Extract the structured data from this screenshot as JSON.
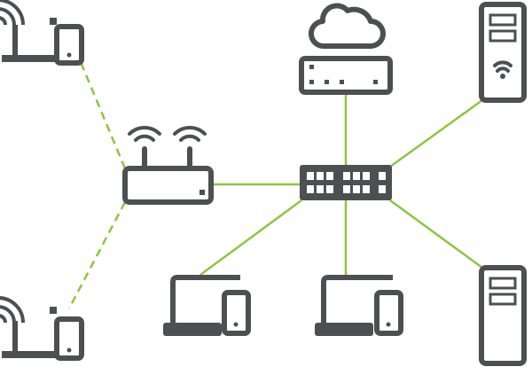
{
  "colors": {
    "device": "#4d4f51",
    "link_wired": "#8cc63e",
    "link_wireless": "#8cc63e",
    "background": "#ffffff",
    "screen_fill": "#ffffff"
  },
  "icons": {
    "cloud": "cloud-icon",
    "modem": "modem-icon",
    "switch": "switch-icon",
    "router": "wireless-router-icon",
    "tower": "tower-pc-icon",
    "laptop": "laptop-icon",
    "phone": "phone-icon",
    "desk": "wireless-desk-icon"
  },
  "nodes": [
    {
      "id": "cloud",
      "kind": "cloud"
    },
    {
      "id": "modem",
      "kind": "modem"
    },
    {
      "id": "switch",
      "kind": "switch"
    },
    {
      "id": "router",
      "kind": "router"
    },
    {
      "id": "tower-wifi",
      "kind": "tower-wifi"
    },
    {
      "id": "tower",
      "kind": "tower"
    },
    {
      "id": "laptop-left",
      "kind": "laptop-phone"
    },
    {
      "id": "laptop-mid",
      "kind": "laptop-phone"
    },
    {
      "id": "desk-top",
      "kind": "desk-wifi"
    },
    {
      "id": "desk-bottom",
      "kind": "desk-wifi"
    }
  ],
  "links": [
    {
      "from": "modem",
      "to": "switch",
      "type": "wired"
    },
    {
      "from": "router",
      "to": "switch",
      "type": "wired"
    },
    {
      "from": "switch",
      "to": "tower-wifi",
      "type": "wired"
    },
    {
      "from": "switch",
      "to": "laptop-left",
      "type": "wired"
    },
    {
      "from": "switch",
      "to": "laptop-mid",
      "type": "wired"
    },
    {
      "from": "switch",
      "to": "tower",
      "type": "wired"
    },
    {
      "from": "router",
      "to": "desk-top",
      "type": "wireless"
    },
    {
      "from": "router",
      "to": "desk-bottom",
      "type": "wireless"
    }
  ]
}
